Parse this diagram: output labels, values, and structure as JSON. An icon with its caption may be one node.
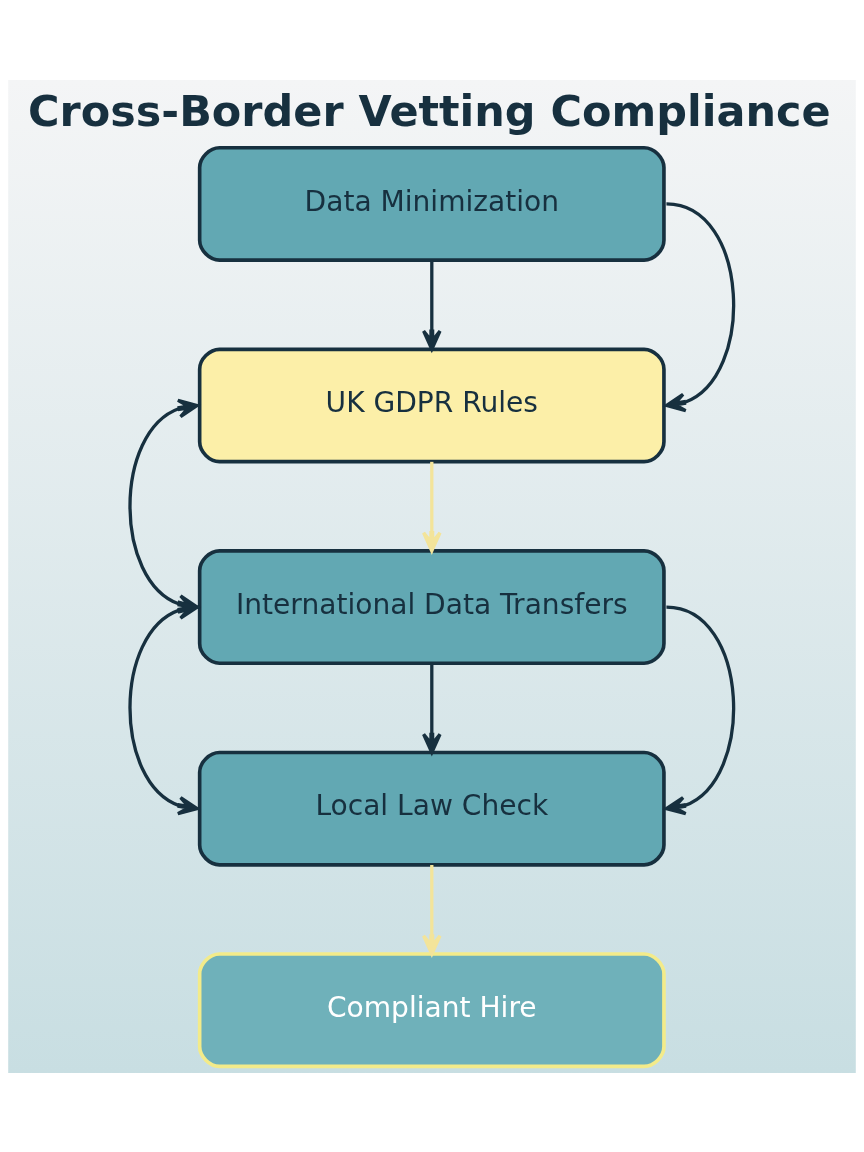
{
  "diagram": {
    "title": "Cross-Border Vetting Compliance",
    "nodes": [
      {
        "text": [
          "Data Minimization"
        ]
      },
      {
        "text": [
          "UK GDPR Rules"
        ]
      },
      {
        "text": [
          "International Data Transfers"
        ]
      },
      {
        "text": [
          "Local Law Check"
        ]
      },
      {
        "text": [
          "Compliant Hire"
        ]
      }
    ],
    "edges": [
      {
        "from": 0,
        "to": 1,
        "arrow": "to"
      },
      {
        "from": 0,
        "to": 1,
        "arrow": "to"
      },
      {
        "from": 1,
        "to": 2,
        "arrow": "to",
        "color": "#f3e49a"
      },
      {
        "from": 1,
        "to": 2,
        "arrow": "both"
      },
      {
        "from": 2,
        "to": 3,
        "arrow": "both"
      },
      {
        "from": 2,
        "to": 3,
        "arrow": "to"
      },
      {
        "from": 2,
        "to": 3,
        "arrow": "to"
      },
      {
        "from": 3,
        "to": 4,
        "arrow": "to",
        "color": "#f3e49a"
      }
    ]
  }
}
